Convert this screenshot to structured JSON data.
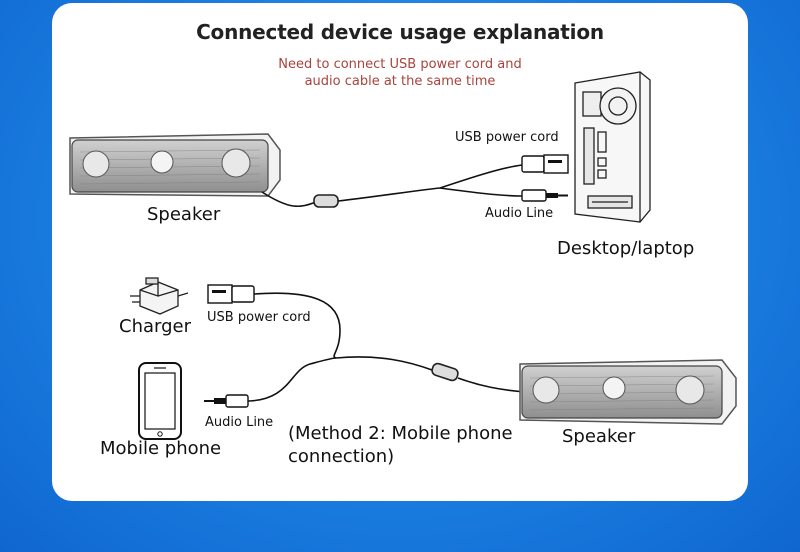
{
  "title": "Connected device usage explanation",
  "subtitle_line1": "Need to connect USB power cord and",
  "subtitle_line2": "audio cable at the same time",
  "labels": {
    "speaker_top": "Speaker",
    "usb_power_cord_top": "USB power cord",
    "audio_line_top": "Audio Line",
    "desktop_laptop": "Desktop/laptop",
    "charger": "Charger",
    "usb_power_cord_bottom": "USB power cord",
    "mobile_phone": "Mobile phone",
    "audio_line_bottom": "Audio Line",
    "speaker_bottom": "Speaker"
  },
  "method_line1": "(Method 2: Mobile phone",
  "method_line2": "connection)",
  "colors": {
    "background": "#1b7ee0",
    "card": "#ffffff",
    "subtitle": "#a8443c",
    "text": "#111111"
  }
}
